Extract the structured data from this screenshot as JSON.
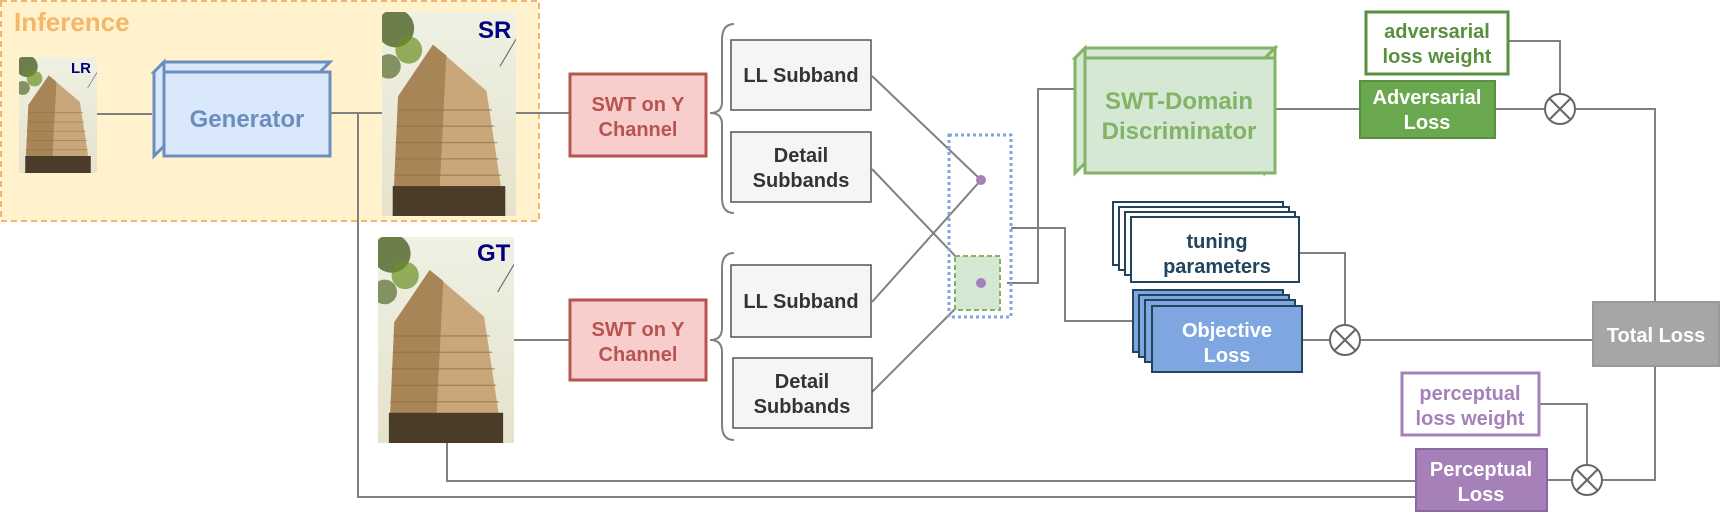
{
  "inference": {
    "label": "Inference"
  },
  "images": {
    "lr": "LR",
    "sr": "SR",
    "gt": "GT"
  },
  "generator": {
    "label": "Generator"
  },
  "swt_top": {
    "line1": "SWT on Y",
    "line2": "Channel"
  },
  "swt_bottom": {
    "line1": "SWT on Y",
    "line2": "Channel"
  },
  "subbands": {
    "ll_top": "LL Subband",
    "detail_top": {
      "line1": "Detail",
      "line2": "Subbands"
    },
    "ll_bottom": "LL Subband",
    "detail_bottom": {
      "line1": "Detail",
      "line2": "Subbands"
    }
  },
  "discriminator": {
    "line1": "SWT-Domain",
    "line2": "Discriminator"
  },
  "adversarial_weight": {
    "line1": "adversarial",
    "line2": "loss weight"
  },
  "adversarial_loss": {
    "line1": "Adversarial",
    "line2": "Loss"
  },
  "tuning": {
    "line1": "tuning",
    "line2": "parameters"
  },
  "objective_loss": {
    "line1": "Objective",
    "line2": "Loss"
  },
  "total_loss": {
    "label": "Total Loss"
  },
  "perceptual_weight": {
    "line1": "perceptual",
    "line2": "loss weight"
  },
  "perceptual_loss": {
    "line1": "Perceptual",
    "line2": "Loss"
  },
  "colors": {
    "inference_fill": "#fff2cc",
    "inference_border": "#f4b66b",
    "generator_fill": "#dae8fc",
    "generator_border": "#6c8ebf",
    "swt_fill": "#f8cecc",
    "swt_border": "#b85450",
    "subband_fill": "#f5f5f5",
    "disc_fill": "#d5e8d4",
    "disc_border": "#82b366",
    "green_dark": "#5a8f3e",
    "objective_fill": "#7ea6e0",
    "tuning_border": "#23445d",
    "total_fill": "#a6a6a6",
    "purple": "#a680b8",
    "line": "#808080"
  }
}
